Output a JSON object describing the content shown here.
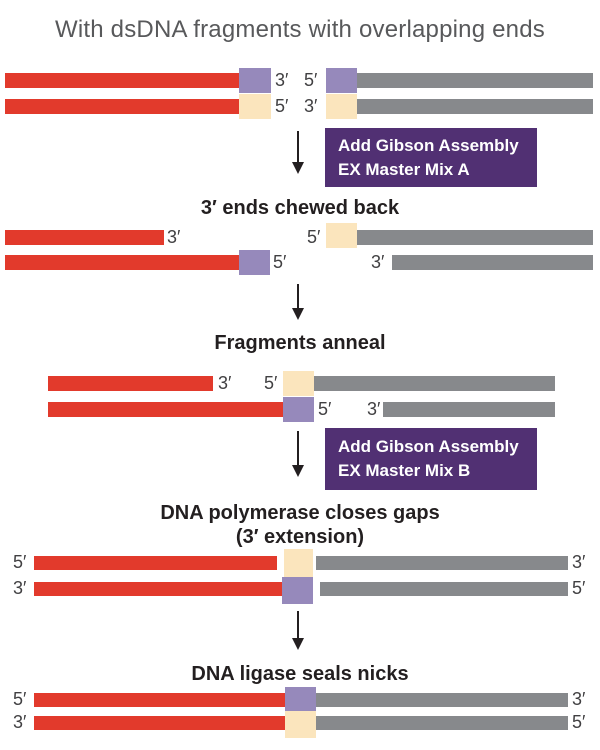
{
  "title": "With dsDNA fragments with overlapping ends",
  "labels": {
    "three_prime": "3′",
    "five_prime": "5′"
  },
  "steps": {
    "box_a": {
      "line1": "Add Gibson Assembly",
      "line2": "EX Master Mix A"
    },
    "chew": "3′ ends chewed back",
    "anneal": "Fragments anneal",
    "box_b": {
      "line1": "Add Gibson Assembly",
      "line2": "EX Master Mix B"
    },
    "polymerase_line1": "DNA polymerase closes gaps",
    "polymerase_line2": "(3′ extension)",
    "ligase": "DNA ligase seals nicks"
  },
  "colors": {
    "red": "#e23a2c",
    "gray": "#87898c",
    "lavender": "#9689bb",
    "cream": "#fbe5bd",
    "box_purple": "#513073",
    "title_text": "#58595b",
    "label_text": "#414042",
    "header_text": "#231f20",
    "arrow": "#231f20",
    "box_text": "#ffffff",
    "background": "#ffffff"
  },
  "sections": [
    {
      "name": "initial-fragments",
      "rows": [
        "red-bar, lavender-overlap, 3′ | 5′, lavender-overlap, gray-bar",
        "red-bar, cream-overlap, 5′ | 3′, cream-overlap, gray-bar"
      ]
    },
    {
      "name": "chewed-back",
      "rows": [
        "red-bar(shortened), 3′ | 5′, cream-overlap, gray-bar",
        "red-bar, lavender-overlap, 5′ | 3′, gray-bar(shortened)"
      ]
    },
    {
      "name": "annealed",
      "rows": [
        "red-bar, 3′ … 5′, cream-overlap, gray-bar",
        "red-bar, lavender-overlap, 5′ … 3′, gray-bar"
      ]
    },
    {
      "name": "polymerase-closed",
      "rows": [
        "5′, red-bar, nick, cream-overlap, gray-bar, 3′",
        "3′, red-bar, lavender-overlap, nick, gray-bar, 5′"
      ]
    },
    {
      "name": "ligated",
      "rows": [
        "5′, red-bar, lavender-overlap, gray-bar, 3′",
        "3′, red-bar, cream-overlap, gray-bar, 5′"
      ]
    }
  ]
}
